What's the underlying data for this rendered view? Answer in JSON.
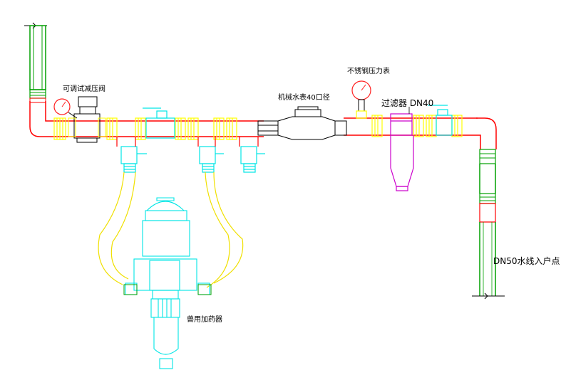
{
  "labels": {
    "pressure_valve": "可调试减压阀",
    "water_meter": "机械水表40口径",
    "pressure_gauge": "不锈钢压力表",
    "filter": "过滤器 DN40",
    "inlet": "DN50水线入户点",
    "dosing_pump": "兽用加药器"
  },
  "colors": {
    "pipe_red": "#ff0000",
    "pipe_green": "#00a000",
    "fitting_yellow": "#ffff00",
    "equipment_cyan": "#00e5e5",
    "filter_magenta": "#cc00cc",
    "hose_yellow": "#f0e000",
    "gauge_red": "#ff2020"
  }
}
